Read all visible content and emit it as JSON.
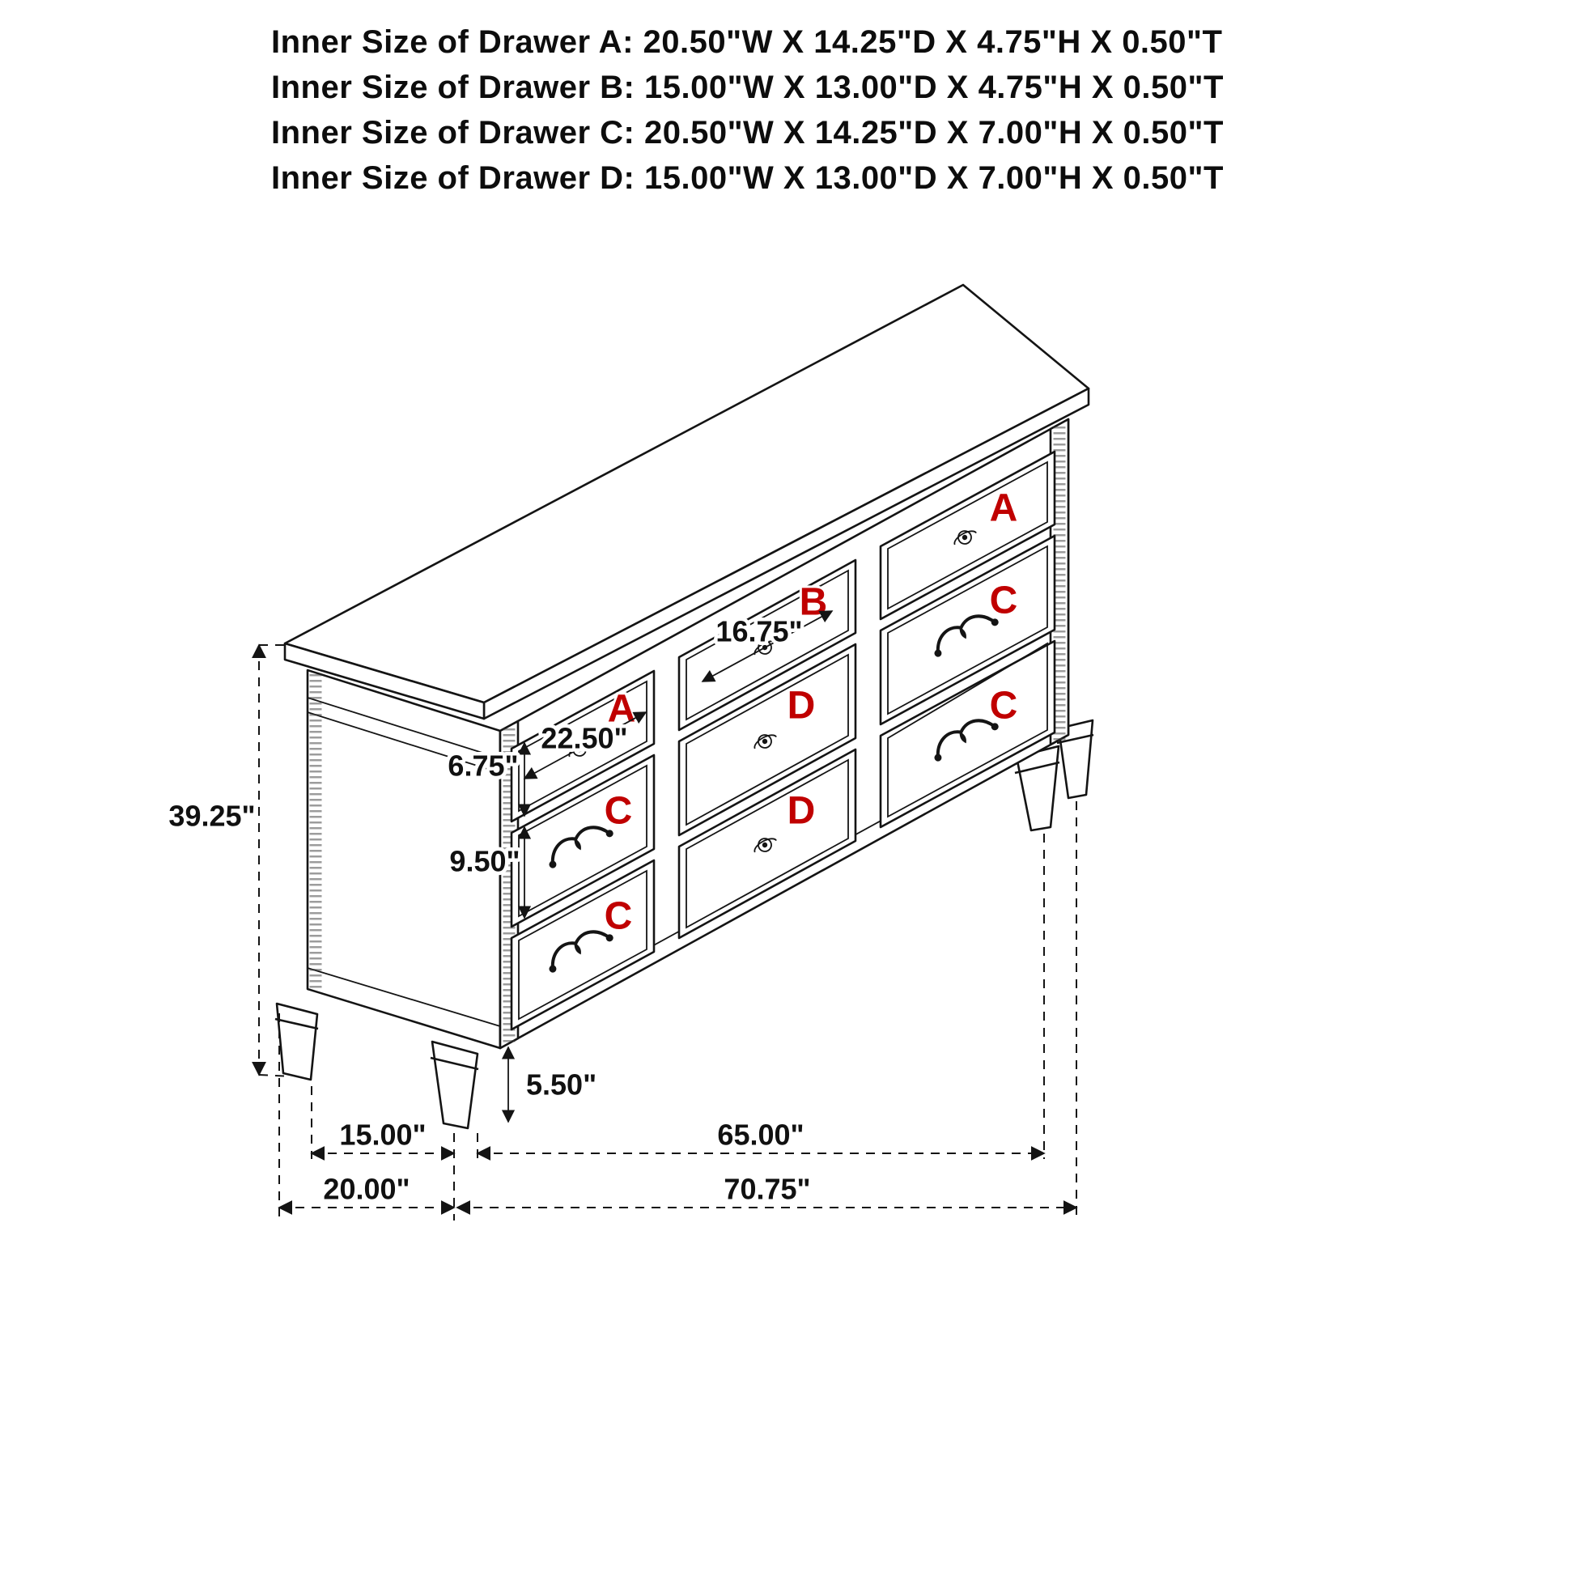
{
  "header": {
    "lines": [
      "Inner Size of Drawer A: 20.50\"W X 14.25\"D X 4.75\"H X 0.50\"T",
      "Inner Size of Drawer B: 15.00\"W X 13.00\"D X 4.75\"H X 0.50\"T",
      "Inner Size of Drawer C: 20.50\"W X 14.25\"D X 7.00\"H X 0.50\"T",
      "Inner Size of Drawer D: 15.00\"W X 13.00\"D X 7.00\"H X 0.50\"T"
    ]
  },
  "drawers": {
    "left": {
      "top": "A",
      "middle": "C",
      "bottom": "C"
    },
    "center": {
      "top": "B",
      "middle": "D",
      "bottom": "D"
    },
    "right": {
      "top": "A",
      "middle": "C",
      "bottom": "C"
    }
  },
  "dimensions": {
    "overall_height": "39.25\"",
    "drawer_a_inner_width": "22.50\"",
    "drawer_b_inner_width": "16.75\"",
    "top_drawer_front_height": "6.75\"",
    "lower_drawer_front_height": "9.50\"",
    "leg_height": "5.50\"",
    "side_leg_span": "15.00\"",
    "front_leg_span": "65.00\"",
    "overall_depth": "20.00\"",
    "overall_width": "70.75\""
  },
  "colors": {
    "label": "#c00000",
    "line": "#141414",
    "background": "#ffffff"
  }
}
